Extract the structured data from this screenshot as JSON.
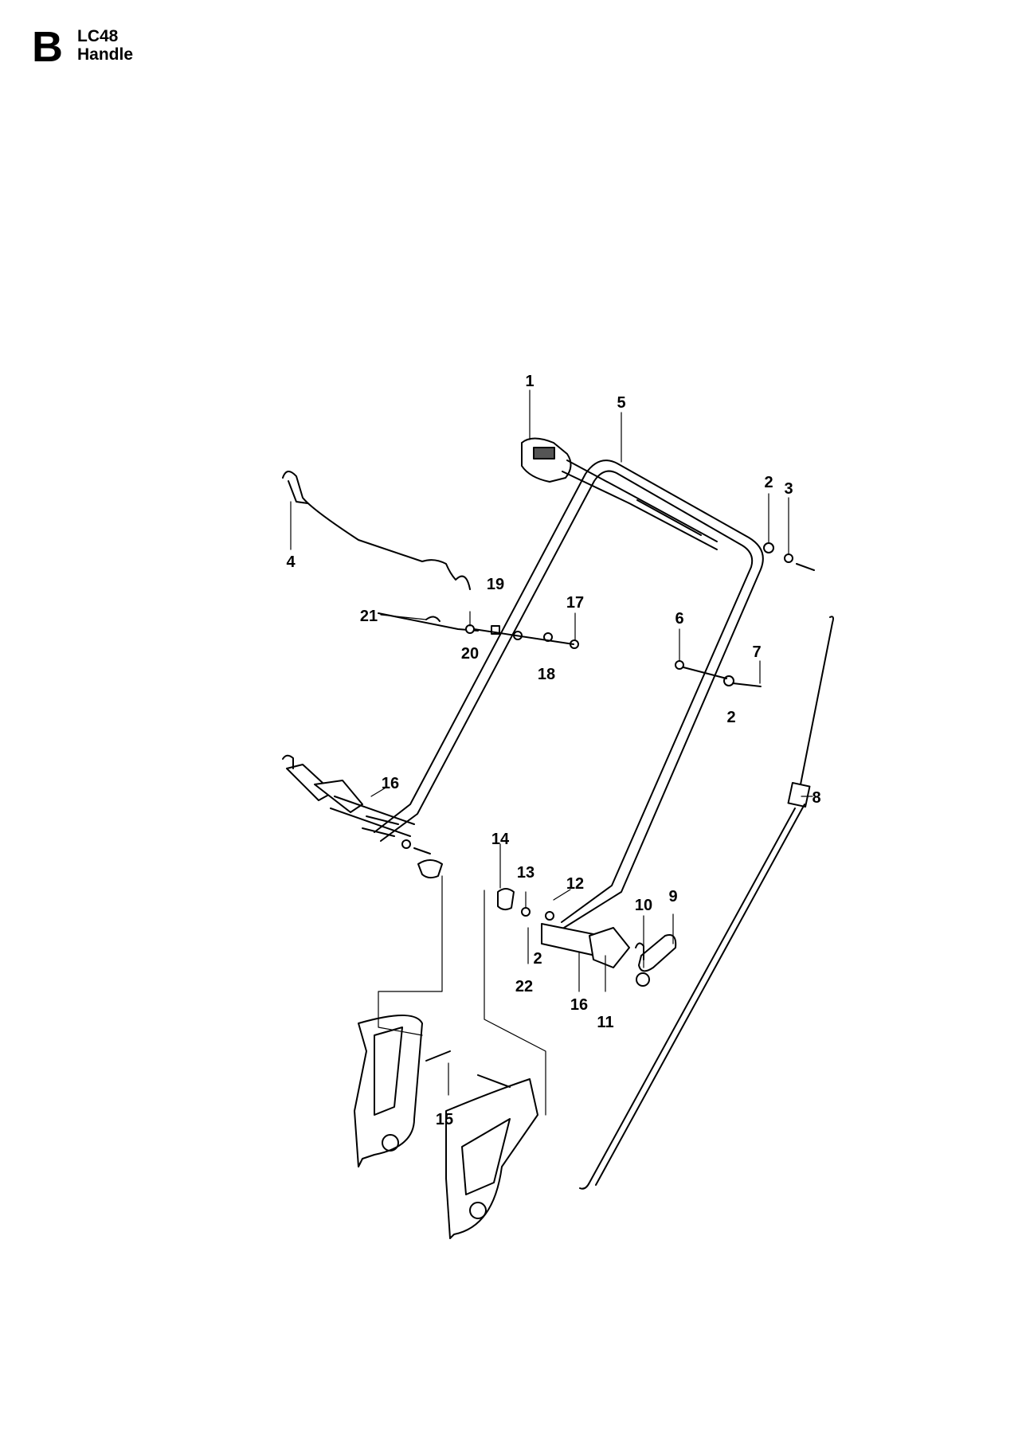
{
  "header": {
    "section_letter": "B",
    "model": "LC48",
    "title": "Handle"
  },
  "callouts": [
    "1",
    "5",
    "2",
    "3",
    "4",
    "19",
    "17",
    "21",
    "20",
    "18",
    "6",
    "7",
    "2",
    "16",
    "8",
    "14",
    "13",
    "12",
    "9",
    "10",
    "2",
    "22",
    "16",
    "11",
    "15"
  ]
}
